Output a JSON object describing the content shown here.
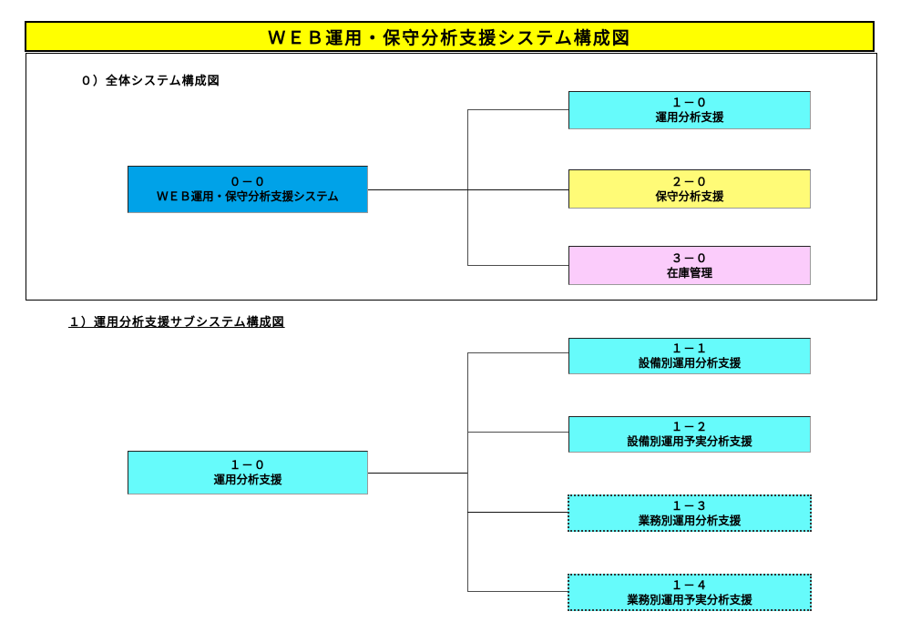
{
  "document": {
    "title": "ＷＥＢ運用・保守分析支援システム構成図"
  },
  "sections": [
    {
      "id": "section-0",
      "heading": "０）全体システム構成図",
      "root": {
        "code": "０－０",
        "label": "ＷＥＢ運用・保守分析支援システム",
        "color": "#00A2E8",
        "border": "solid"
      },
      "children": [
        {
          "code": "１－０",
          "label": "運用分析支援",
          "color": "#66FBFB",
          "border": "solid"
        },
        {
          "code": "２－０",
          "label": "保守分析支援",
          "color": "#FFFB77",
          "border": "solid"
        },
        {
          "code": "３－０",
          "label": "在庫管理",
          "color": "#FBCCFB",
          "border": "solid"
        }
      ]
    },
    {
      "id": "section-1",
      "heading": "１）運用分析支援サブシステム構成図",
      "root": {
        "code": "１－０",
        "label": "運用分析支援",
        "color": "#66FBFB",
        "border": "solid"
      },
      "children": [
        {
          "code": "１－１",
          "label": "設備別運用分析支援",
          "color": "#66FBFB",
          "border": "solid"
        },
        {
          "code": "１－２",
          "label": "設備別運用予実分析支援",
          "color": "#66FBFB",
          "border": "solid"
        },
        {
          "code": "１－３",
          "label": "業務別運用分析支援",
          "color": "#66FBFB",
          "border": "dotted"
        },
        {
          "code": "１－４",
          "label": "業務別運用予実分析支援",
          "color": "#66FBFB",
          "border": "dotted"
        }
      ]
    }
  ],
  "palette": {
    "title_fill": "#FFFF00",
    "root_fill": "#00A2E8",
    "cyan_fill": "#66FBFB",
    "yellow_fill": "#FFFB77",
    "pink_fill": "#FBCCFB",
    "line": "#4D4D4D",
    "text": "#000000"
  }
}
